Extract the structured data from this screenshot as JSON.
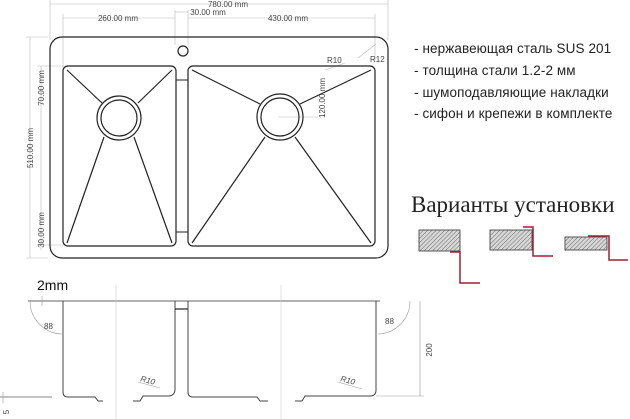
{
  "top_view": {
    "dimensions": {
      "overall_width": "780.00 mm",
      "left_bowl_width": "260.00 mm",
      "divider_width": "30.00 mm",
      "right_bowl_width": "430.00 mm",
      "overall_depth": "510.00 mm",
      "top_offset": "70.00 mm",
      "bottom_offset": "30.00 mm",
      "drain_offset": "120.00 mm",
      "inner_radius": "R10",
      "outer_radius": "R12"
    }
  },
  "specs": {
    "items": [
      "- нержавеющая сталь SUS 201",
      "- толщина стали 1.2-2 мм",
      "- шумоподавляющие накладки",
      "- сифон и крепежи в комплекте"
    ]
  },
  "installation": {
    "title": "Варианты установки",
    "accent_color": "#9b2335",
    "hatch_color": "#555555"
  },
  "side_view": {
    "thickness_label": "2mm",
    "angle_left": "88",
    "angle_right": "88",
    "radius_left": "R10",
    "radius_right": "R10",
    "height": "200",
    "flange": "5"
  }
}
